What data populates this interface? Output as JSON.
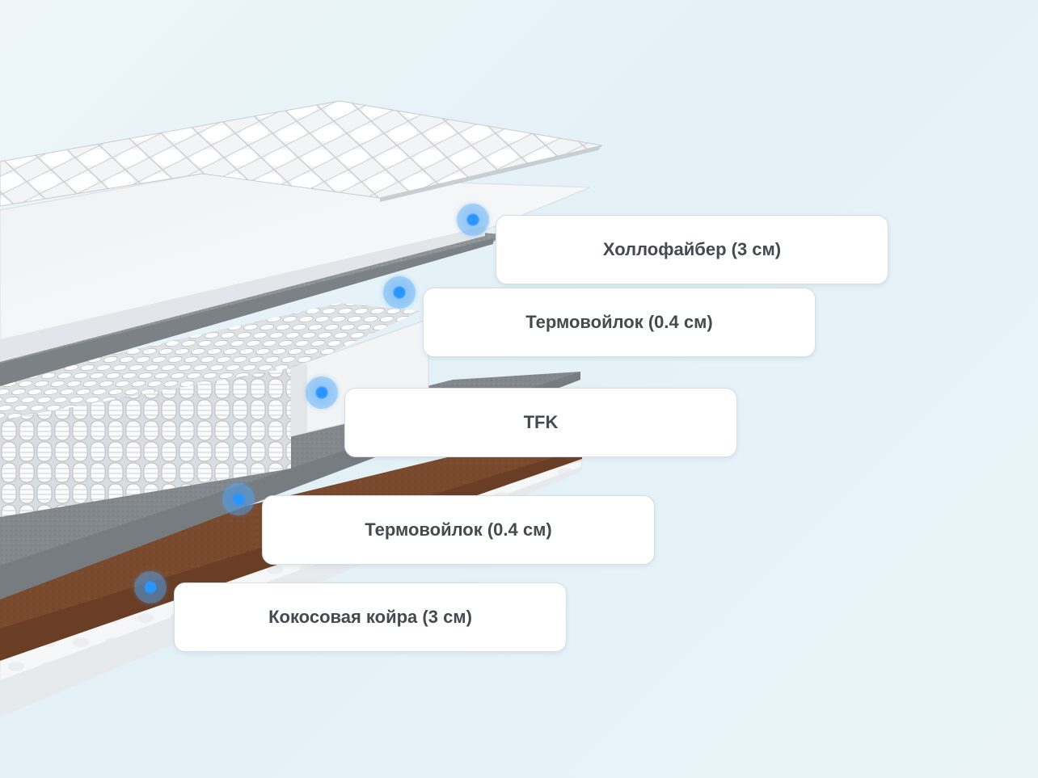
{
  "layers": [
    {
      "id": "hollofiber",
      "label": "Холлофайбер (3 см)"
    },
    {
      "id": "thermofelt-top",
      "label": "Термовойлок (0.4 см)"
    },
    {
      "id": "tfk",
      "label": "TFK"
    },
    {
      "id": "thermofelt-bottom",
      "label": "Термовойлок (0.4 см)"
    },
    {
      "id": "coconut",
      "label": "Кокосовая койра (3 см)"
    }
  ],
  "colors": {
    "marker": "#2b95ff",
    "label_text": "#454a50",
    "coconut": "#7a4a2e",
    "felt": "#8f9499",
    "foam": "#f4f6f8"
  }
}
